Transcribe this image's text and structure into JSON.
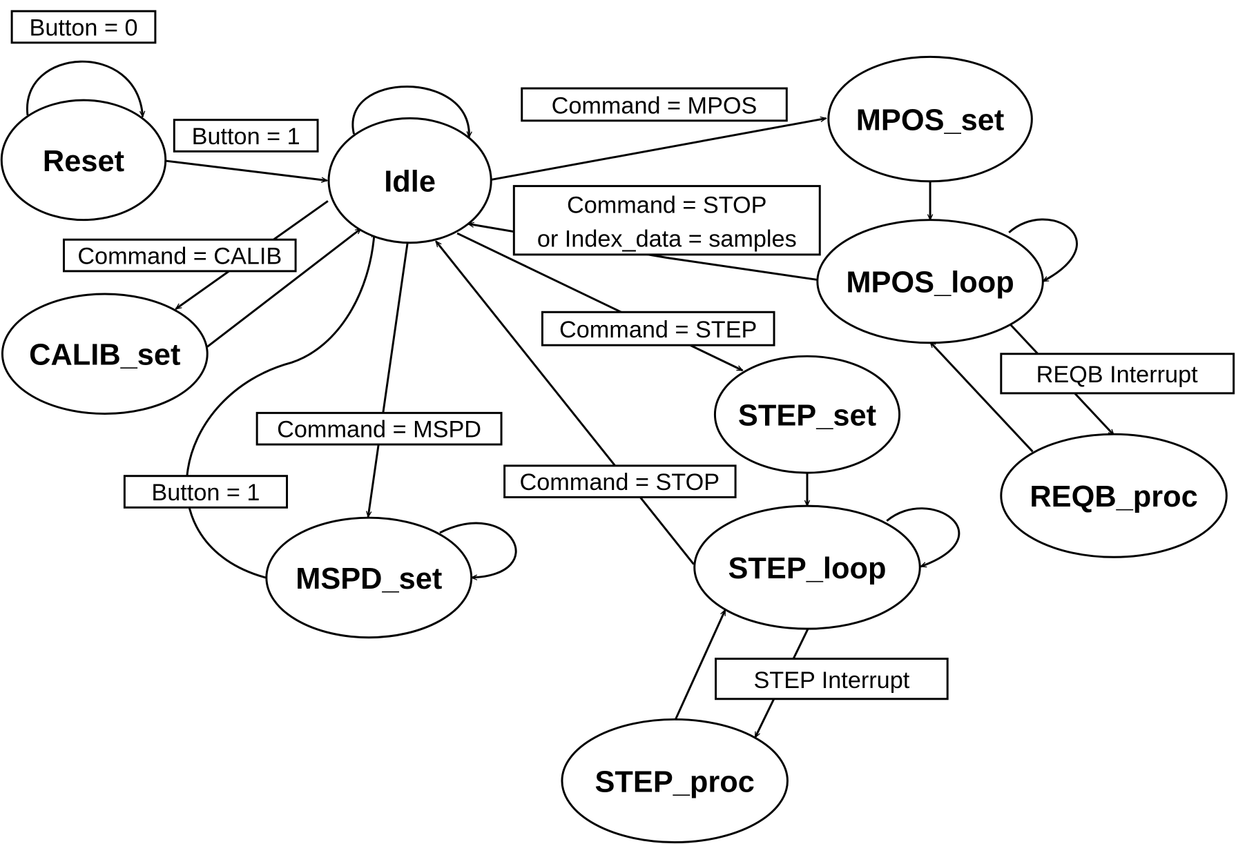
{
  "states": {
    "reset": "Reset",
    "idle": "Idle",
    "calib_set": "CALIB_set",
    "mspd_set": "MSPD_set",
    "mpos_set": "MPOS_set",
    "mpos_loop": "MPOS_loop",
    "reqb_proc": "REQB_proc",
    "step_set": "STEP_set",
    "step_loop": "STEP_loop",
    "step_proc": "STEP_proc"
  },
  "transitions": {
    "reset_self": "Button = 0",
    "reset_to_idle": "Button = 1",
    "idle_to_mpos": "Command = MPOS",
    "mpos_stop_line1": "Command = STOP",
    "mpos_stop_line2": "or Index_data = samples",
    "idle_to_calib": "Command = CALIB",
    "idle_to_step": "Command = STEP",
    "idle_to_mspd": "Command = MSPD",
    "mspd_to_idle": "Button = 1",
    "step_stop": "Command = STOP",
    "reqb_interrupt": "REQB Interrupt",
    "step_interrupt": "STEP Interrupt"
  }
}
